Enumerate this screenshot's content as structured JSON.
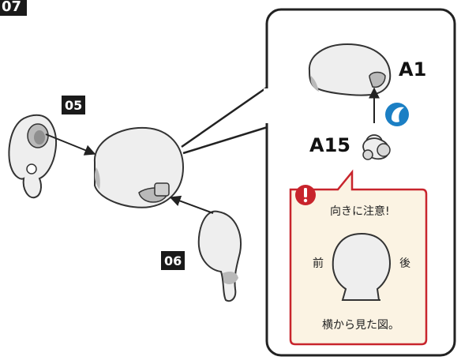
{
  "step": {
    "number": "07"
  },
  "parts": {
    "left_badge": "05",
    "bottom_badge": "06",
    "callout_top": "A1",
    "callout_small": "A15"
  },
  "note": {
    "title": "向きに注意!",
    "front": "前",
    "back": "後",
    "caption": "横から見た図。"
  },
  "icons": {
    "glue_icon": "cement-drop-icon",
    "warning_icon": "exclamation-icon"
  },
  "colors": {
    "badge": "#1a1a1a",
    "note_border": "#c8242c",
    "note_fill": "#fbf3e3",
    "glue_blue": "#1b7fc4",
    "part_fill": "#eeeeee",
    "part_shade": "#b9b9b9"
  }
}
